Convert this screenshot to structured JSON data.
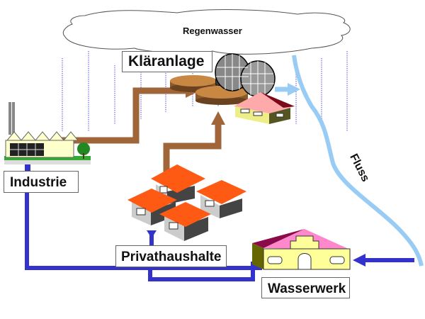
{
  "diagram": {
    "title": "Wasserkreislauf",
    "labels": {
      "rainwater": "Regenwasser",
      "treatment_plant": "Kläranlage",
      "industry": "Industrie",
      "households": "Privathaushalte",
      "waterworks": "Wasserwerk",
      "river": "Fluss"
    },
    "flows": [
      {
        "from": "Industrie",
        "to": "Kläranlage",
        "type": "wastewater",
        "color": "#a0663a"
      },
      {
        "from": "Privathaushalte",
        "to": "Kläranlage",
        "type": "wastewater",
        "color": "#a0663a"
      },
      {
        "from": "Kläranlage",
        "to": "Fluss",
        "type": "treated water",
        "color": "#99ccf5"
      },
      {
        "from": "Fluss",
        "to": "Wasserwerk",
        "type": "raw water",
        "color": "#3333cc"
      },
      {
        "from": "Wasserwerk",
        "to": "Industrie",
        "type": "drinking water",
        "color": "#3333cc"
      },
      {
        "from": "Wasserwerk",
        "to": "Privathaushalte",
        "type": "drinking water",
        "color": "#3333cc"
      }
    ],
    "colors": {
      "wastewater": "#a0663a",
      "freshwater": "#3333cc",
      "river": "#99ccf5",
      "rain": "#8888ee",
      "roof_orange": "#ff5a14",
      "waterworks_wall": "#ffff99",
      "waterworks_roof": "#ff88cc"
    }
  }
}
